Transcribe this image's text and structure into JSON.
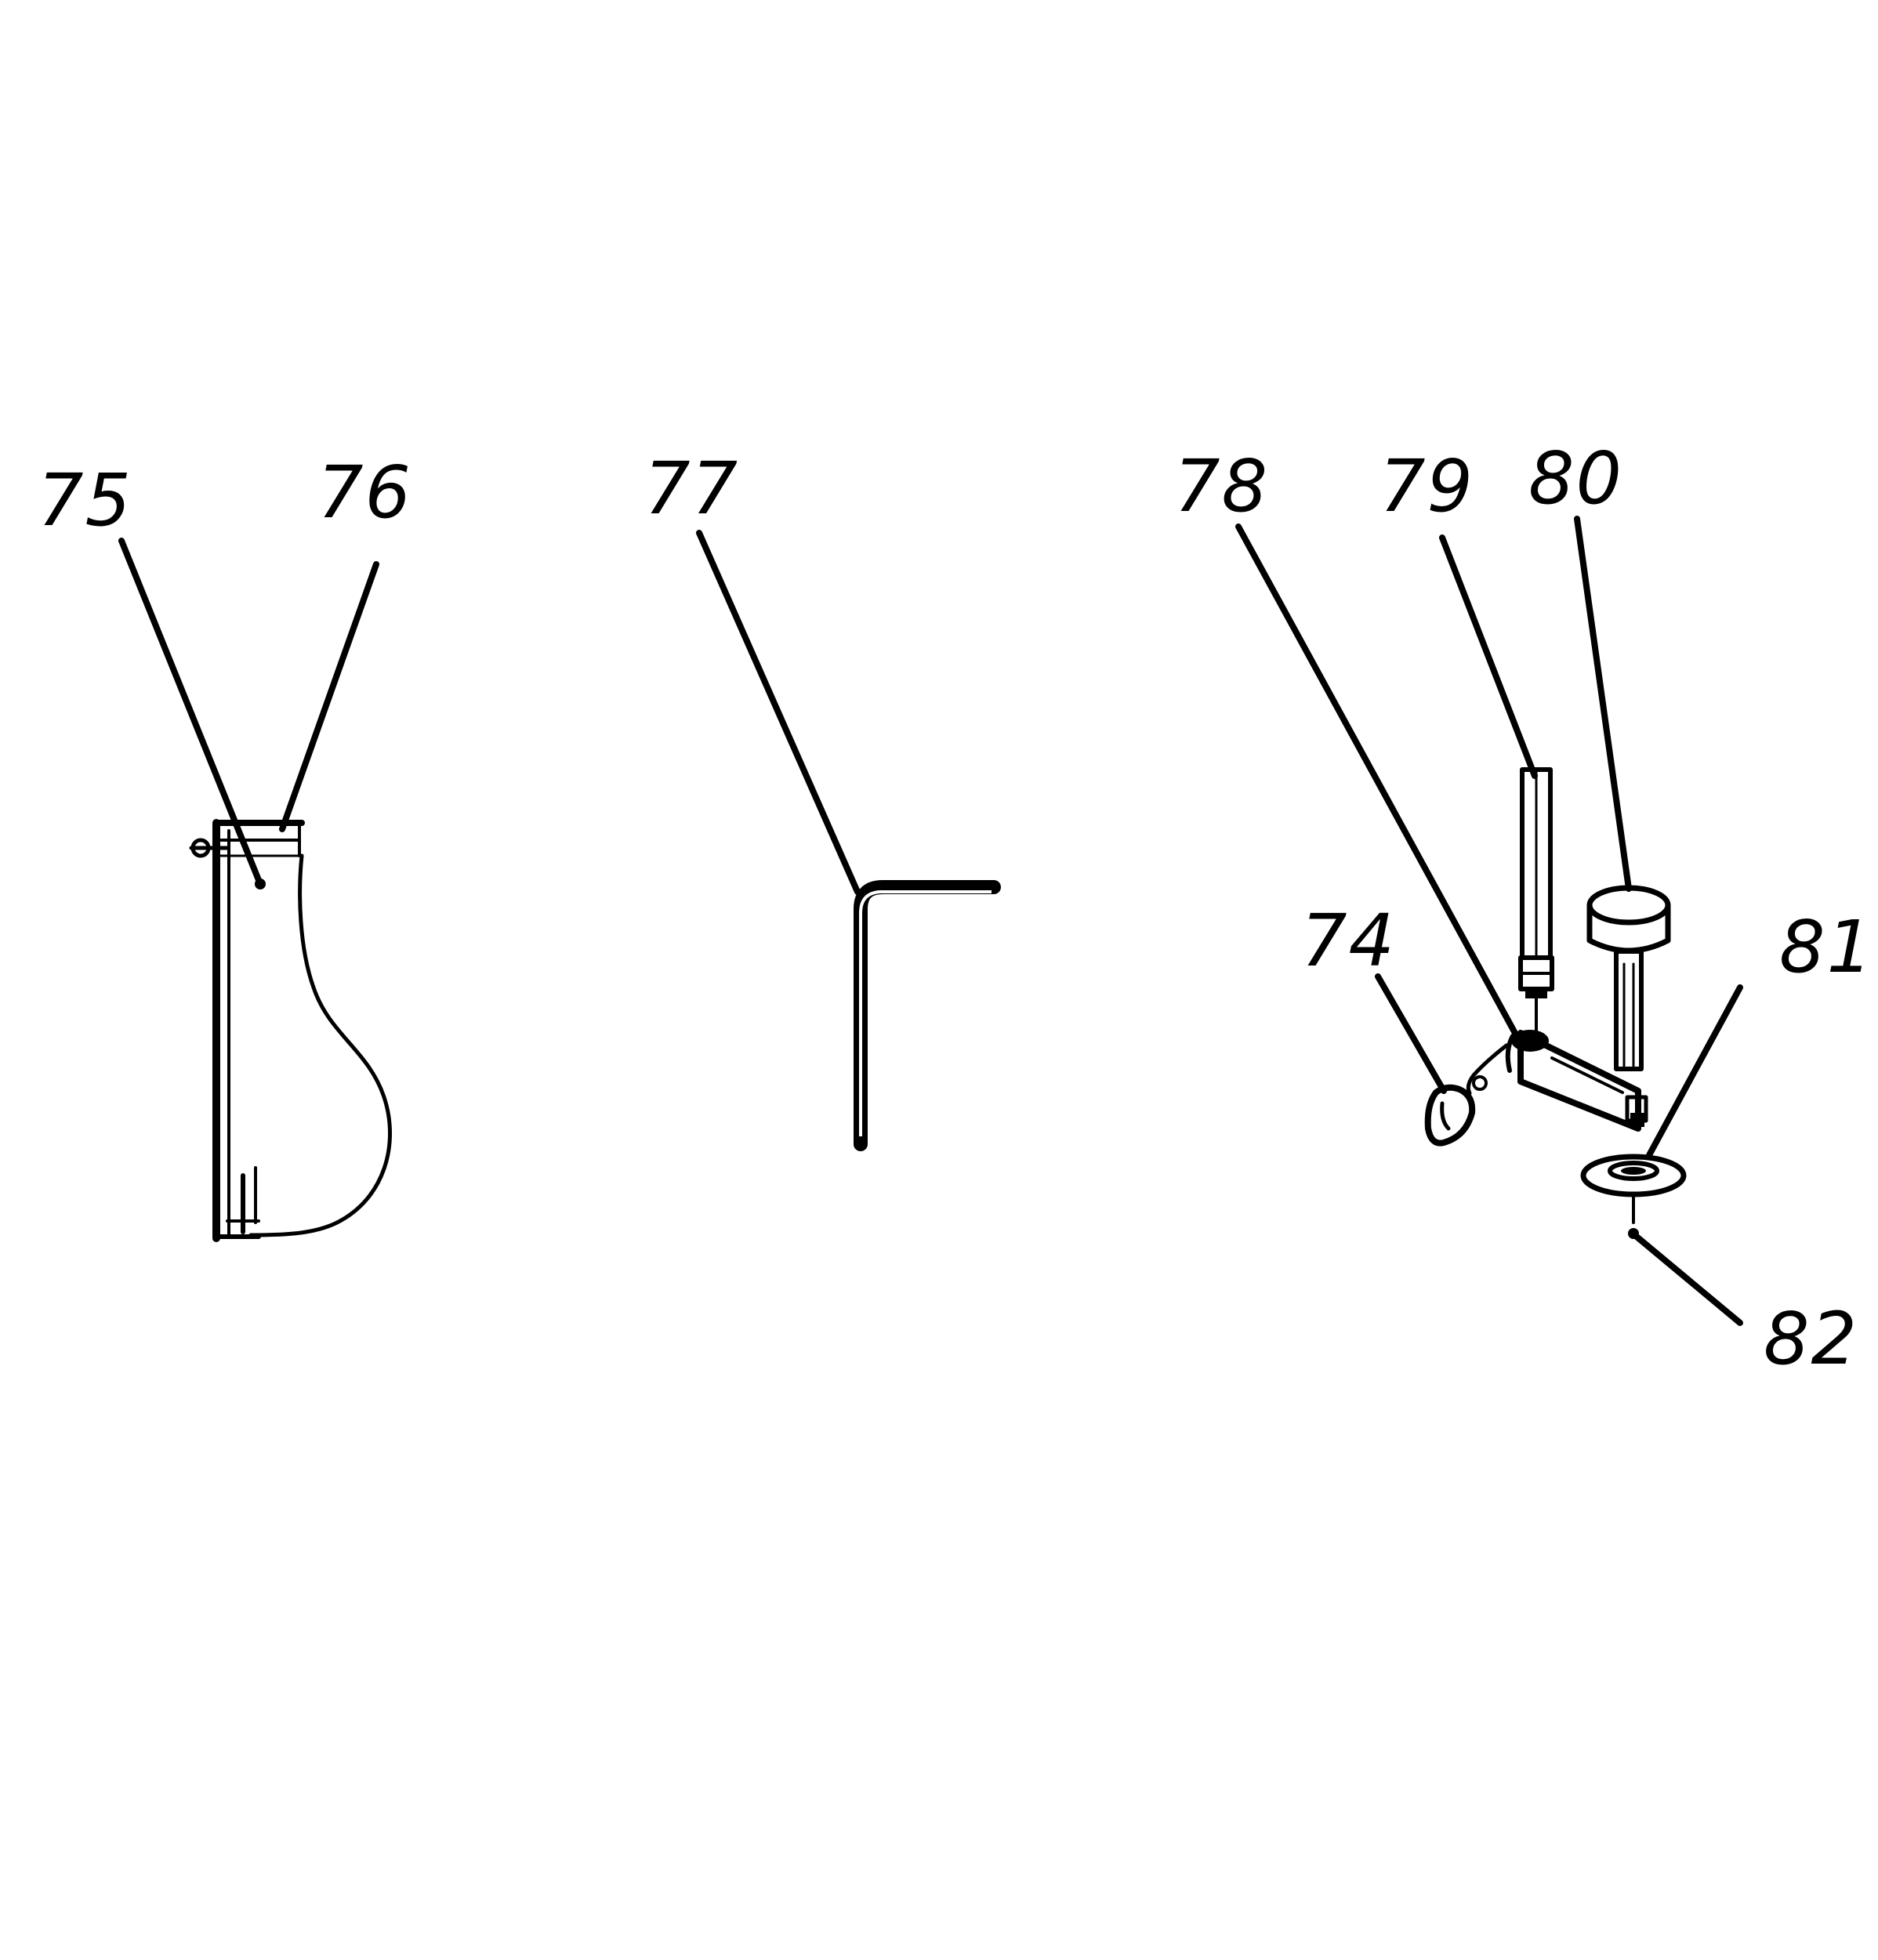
{
  "figure": {
    "labels": {
      "l74": "74",
      "l75": "75",
      "l76": "76",
      "l77": "77",
      "l78": "78",
      "l79": "79",
      "l80": "80",
      "l81": "81",
      "l82": "82"
    },
    "colors": {
      "ink": "#000000",
      "background": "#ffffff"
    }
  }
}
